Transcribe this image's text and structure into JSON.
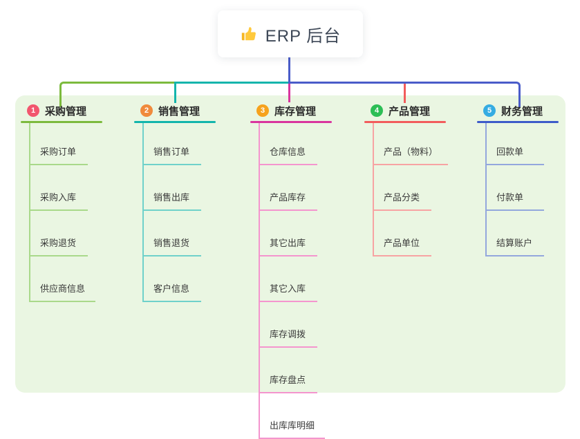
{
  "root": {
    "title": "ERP 后台",
    "icon": "thumbs-up-icon",
    "card_bg": "#ffffff",
    "text_color": "#3d4756"
  },
  "panel": {
    "bg_color": "#eaf6e2"
  },
  "connectors": {
    "root_line_color": "#4a5cc9",
    "bus_segment_colors": [
      "#7cba3d",
      "#13b5ac",
      "#4a5cc9"
    ],
    "drop_colors": [
      "#7cba3d",
      "#13b5ac",
      "#d9359e",
      "#f25c5c",
      "#4a5cc9"
    ]
  },
  "mindmap": {
    "branches": [
      {
        "num": "1",
        "label": "采购管理",
        "badge_color": "#f2566e",
        "line_color": "#7cba3d",
        "light_color": "#a9d98a",
        "children": [
          "采购订单",
          "采购入库",
          "采购退货",
          "供应商信息"
        ]
      },
      {
        "num": "2",
        "label": "销售管理",
        "badge_color": "#f08a3c",
        "line_color": "#13b5ac",
        "light_color": "#6fd1ca",
        "children": [
          "销售订单",
          "销售出库",
          "销售退货",
          "客户信息"
        ]
      },
      {
        "num": "3",
        "label": "库存管理",
        "badge_color": "#f6a21d",
        "line_color": "#d9359e",
        "light_color": "#f495ce",
        "children": [
          "仓库信息",
          "产品库存",
          "其它出库",
          "其它入库",
          "库存调拨",
          "库存盘点",
          "出库库明细"
        ]
      },
      {
        "num": "4",
        "label": "产品管理",
        "badge_color": "#2cbe55",
        "line_color": "#f25c5c",
        "light_color": "#f7a3a3",
        "children": [
          "产品（物料）",
          "产品分类",
          "产品单位"
        ]
      },
      {
        "num": "5",
        "label": "财务管理",
        "badge_color": "#35ace2",
        "line_color": "#3d5bc9",
        "light_color": "#93a7dd",
        "children": [
          "回款单",
          "付款单",
          "结算账户"
        ]
      }
    ]
  }
}
